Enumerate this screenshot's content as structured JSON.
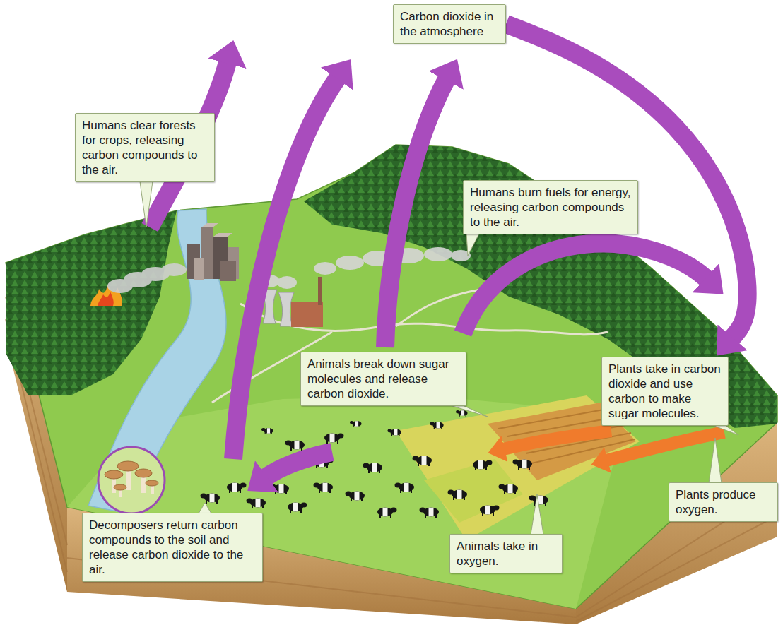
{
  "diagram": {
    "nodes": [
      {
        "text": [
          "Carbon dioxide in the atmosphere"
        ]
      },
      {
        "text": [
          "Humans clear forests for crops, releasing carbon compounds to the air."
        ]
      },
      {
        "text": [
          "Humans burn fuels for energy, releasing carbon compounds to the air."
        ]
      },
      {
        "text": [
          "Animals break down sugar molecules and release carbon dioxide."
        ]
      },
      {
        "text": [
          "Plants take in carbon dioxide and use carbon to make sugar molecules."
        ]
      },
      {
        "text": [
          "Plants produce oxygen."
        ]
      },
      {
        "text": [
          "Decomposers return carbon compounds to the soil and release carbon dioxide to the air."
        ]
      },
      {
        "text": [
          "Animals take in oxygen."
        ]
      }
    ],
    "edges": [
      {
        "from": 0,
        "to": 4,
        "arrow": "to"
      }
    ]
  }
}
